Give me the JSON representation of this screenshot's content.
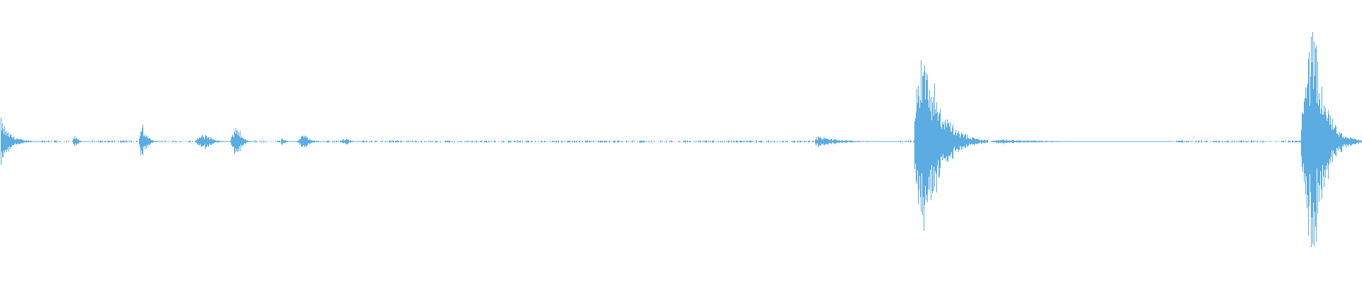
{
  "waveform": {
    "color": "#5aace2",
    "background": "#ffffff",
    "duration_fraction_visible": 1.0,
    "noise_floor_amplitude": 0.01,
    "events": [
      {
        "start": 0.0,
        "peak": 0.0,
        "end": 0.028,
        "amplitude": 0.21
      },
      {
        "start": 0.053,
        "peak": 0.055,
        "end": 0.066,
        "amplitude": 0.05
      },
      {
        "start": 0.102,
        "peak": 0.104,
        "end": 0.118,
        "amplitude": 0.16
      },
      {
        "start": 0.143,
        "peak": 0.152,
        "end": 0.169,
        "amplitude": 0.07
      },
      {
        "start": 0.169,
        "peak": 0.175,
        "end": 0.186,
        "amplitude": 0.14
      },
      {
        "start": 0.206,
        "peak": 0.206,
        "end": 0.218,
        "amplitude": 0.04
      },
      {
        "start": 0.219,
        "peak": 0.223,
        "end": 0.24,
        "amplitude": 0.07
      },
      {
        "start": 0.25,
        "peak": 0.254,
        "end": 0.266,
        "amplitude": 0.03
      },
      {
        "start": 0.598,
        "peak": 0.6,
        "end": 0.66,
        "amplitude": 0.05
      },
      {
        "start": 0.671,
        "peak": 0.678,
        "end": 0.725,
        "amplitude": 0.95
      },
      {
        "start": 0.728,
        "peak": 0.735,
        "end": 0.86,
        "amplitude": 0.02
      },
      {
        "start": 0.955,
        "peak": 0.965,
        "end": 1.0,
        "amplitude": 0.97
      }
    ]
  }
}
